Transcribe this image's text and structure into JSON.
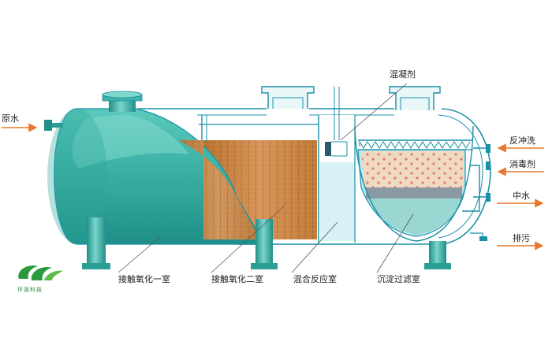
{
  "labels": {
    "inlet": "原水",
    "coagulant": "混凝剂",
    "backwash": "反冲洗",
    "disinfectant": "消毒剂",
    "reclaimed_water": "中水",
    "sludge_discharge": "排污",
    "chamber_contact_oxidation_1": "接触氧化一室",
    "chamber_contact_oxidation_2": "接触氧化二室",
    "chamber_mixing_reaction": "混合反应室",
    "chamber_settling_filtration": "沉淀过滤室"
  },
  "logo": {
    "caption": "环源科技"
  },
  "colors": {
    "tank_body": "#3fb3a8",
    "tank_highlight": "#7fd8cc",
    "tank_dark": "#1f8a84",
    "outline": "#1a8fa8",
    "media_orange": "#c8823e",
    "clear_water": "#cfeef2",
    "arrow": "#e8782a",
    "logo_green": "#2a9a3c"
  }
}
